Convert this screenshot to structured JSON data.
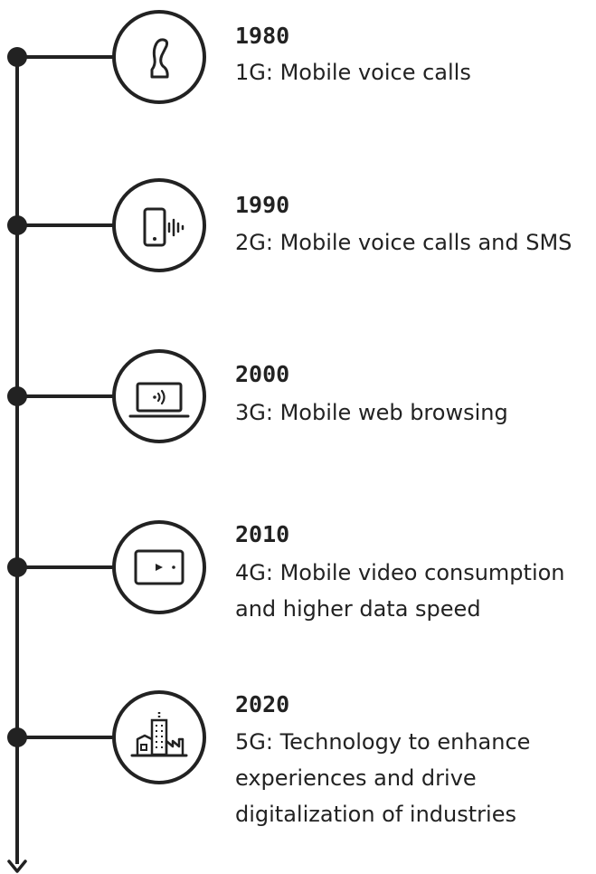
{
  "milestones": [
    {
      "year": "1980",
      "description": "1G: Mobile voice calls",
      "icon": "handset-icon"
    },
    {
      "year": "1990",
      "description": "2G: Mobile voice calls and SMS",
      "icon": "phone-signal-icon"
    },
    {
      "year": "2000",
      "description": "3G: Mobile web browsing",
      "icon": "laptop-wireless-icon"
    },
    {
      "year": "2010",
      "description": "4G: Mobile video consumption and higher data speed",
      "icon": "video-play-icon"
    },
    {
      "year": "2020",
      "description": "5G: Technology to enhance experiences and drive digitalization of industries",
      "icon": "factory-buildings-icon"
    }
  ],
  "colors": {
    "line": "#222222",
    "text": "#222222",
    "background": "#ffffff"
  }
}
